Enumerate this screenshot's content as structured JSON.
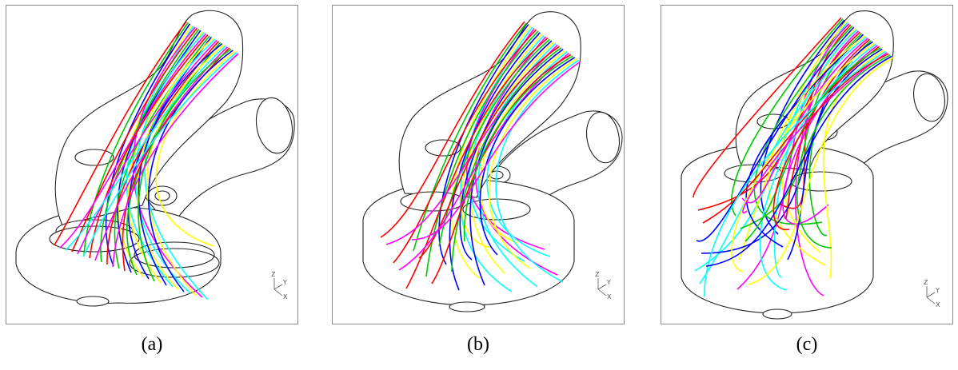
{
  "figure": {
    "panels": [
      {
        "id": "a",
        "caption": "(a)",
        "geometry": "open-cylinder"
      },
      {
        "id": "b",
        "caption": "(b)",
        "geometry": "short-cylinder"
      },
      {
        "id": "c",
        "caption": "(c)",
        "geometry": "tall-cylinder"
      }
    ],
    "axes_triad": {
      "z": "Z",
      "y": "Y",
      "x": "X"
    },
    "streamline_colors": [
      "#ff0000",
      "#00c800",
      "#0000ff",
      "#ffff00",
      "#00ffff",
      "#ff00ff"
    ]
  }
}
